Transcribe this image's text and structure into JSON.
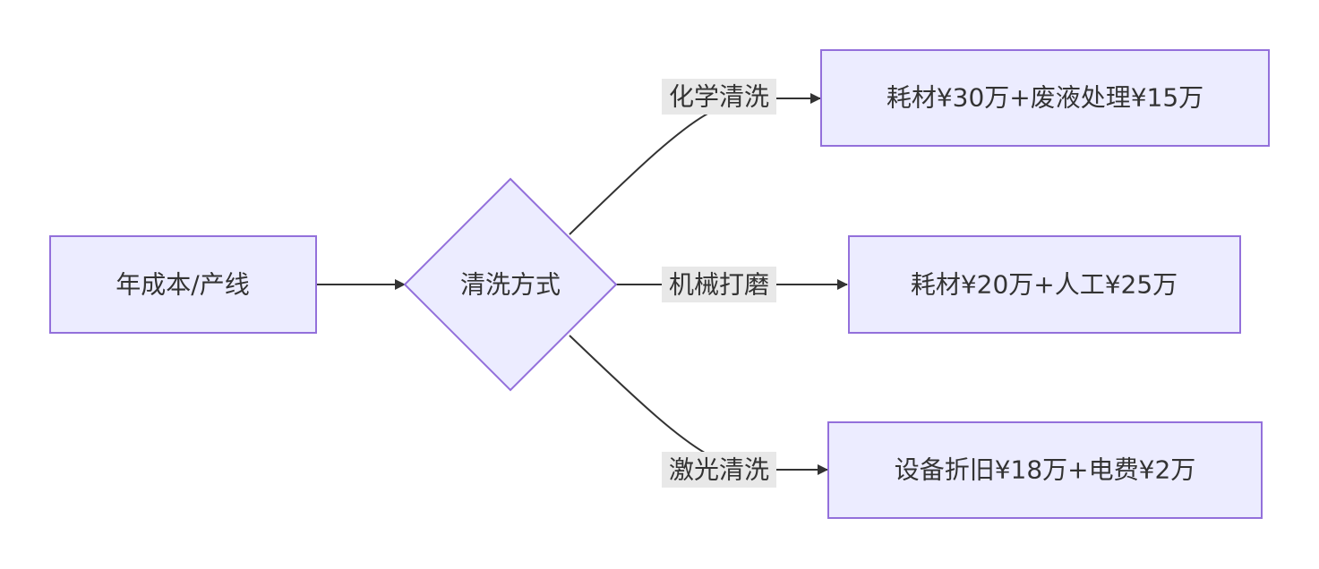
{
  "nodes": {
    "start": "年成本/产线",
    "decision": "清洗方式",
    "chem_result": "耗材¥30万+废液处理¥15万",
    "mech_result": "耗材¥20万+人工¥25万",
    "laser_result": "设备折旧¥18万+电费¥2万"
  },
  "edges": {
    "chem": "化学清洗",
    "mech": "机械打磨",
    "laser": "激光清洗"
  },
  "colors": {
    "node_fill": "#ececff",
    "node_stroke": "#9370db",
    "edge": "#333333",
    "label_bg": "#e8e8e8"
  }
}
